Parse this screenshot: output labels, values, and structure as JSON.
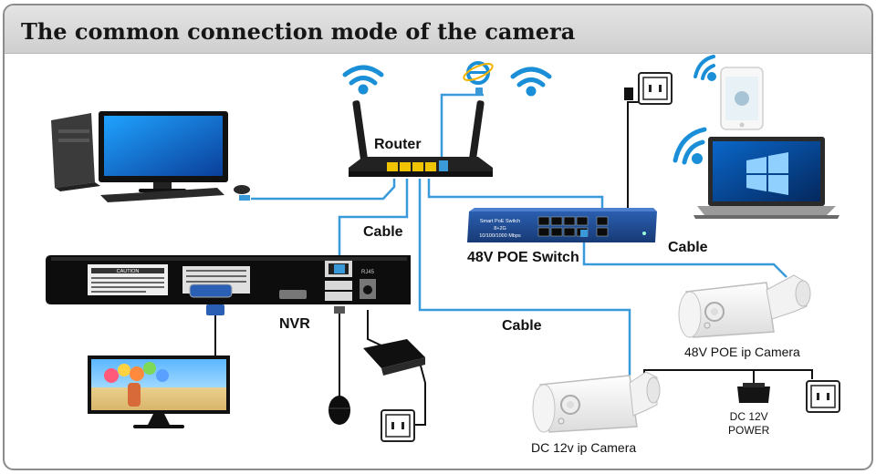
{
  "title": "The common connection mode of the camera",
  "labels": {
    "router": "Router",
    "cable_top": "Cable",
    "cable_mid": "Cable",
    "cable_right": "Cable",
    "poe_switch": "48V POE Switch",
    "nvr": "NVR",
    "poe_camera": "48V POE  ip Camera",
    "dc_camera": "DC 12v ip Camera",
    "dc_power": "DC 12V\nPOWER"
  },
  "device_text": {
    "switch_name": "Smart PoE Switch",
    "switch_ports": "8+2G",
    "switch_speed": "10/100/1000 Mbps",
    "nvr_caution": "CAUTION",
    "nvr_rj45": "RJ45"
  },
  "colors": {
    "cable": "#3a9ad9",
    "wifi": "#1a8fd8",
    "wire": "#111111"
  },
  "icons": [
    "wifi-icon",
    "internet-explorer-icon",
    "power-outlet-icon",
    "phone-icon",
    "laptop-icon",
    "desktop-computer-icon",
    "monitor-icon",
    "mouse-icon",
    "power-adapter-icon",
    "bullet-camera-icon"
  ]
}
